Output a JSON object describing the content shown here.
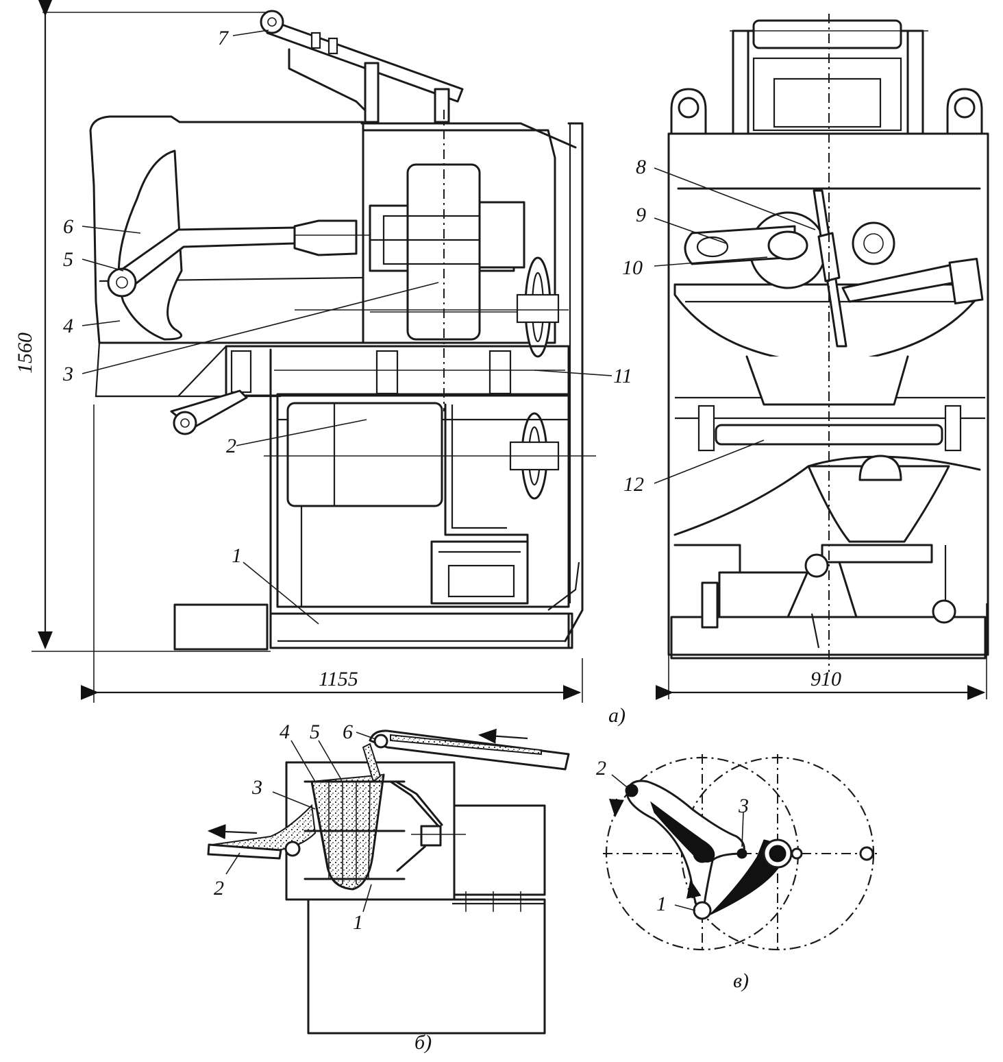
{
  "view_a": {
    "caption": "а)",
    "height_dim": "1560",
    "width_dim": "1155",
    "side_width_dim": "910",
    "callouts": [
      "1",
      "2",
      "3",
      "4",
      "5",
      "6",
      "7",
      "8",
      "9",
      "10",
      "11",
      "12"
    ]
  },
  "view_b": {
    "caption": "б)",
    "callouts": [
      "1",
      "2",
      "3",
      "4",
      "5",
      "6"
    ]
  },
  "view_c": {
    "caption": "в)",
    "callouts": [
      "1",
      "2",
      "3"
    ]
  },
  "colors": {
    "ink": "#1a1a1a",
    "paper": "#ffffff"
  }
}
